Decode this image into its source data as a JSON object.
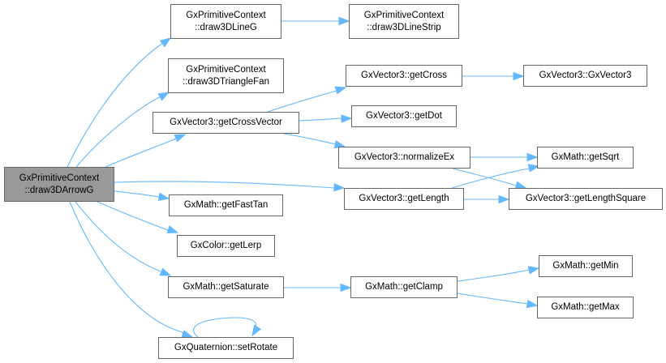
{
  "diagram": {
    "type": "call-graph",
    "edge_color": "#63b8ff",
    "node_border_color": "#666666",
    "root_fill_color": "#999999",
    "nodes": [
      {
        "id": "root",
        "lines": [
          "GxPrimitiveContext",
          "::draw3DArrowG"
        ],
        "root": true
      },
      {
        "id": "draw3DLineG",
        "lines": [
          "GxPrimitiveContext",
          "::draw3DLineG"
        ]
      },
      {
        "id": "draw3DLineStrip",
        "lines": [
          "GxPrimitiveContext",
          "::draw3DLineStrip"
        ]
      },
      {
        "id": "draw3DTriangleFan",
        "lines": [
          "GxPrimitiveContext",
          "::draw3DTriangleFan"
        ]
      },
      {
        "id": "getCrossVector",
        "lines": [
          "GxVector3::getCrossVector"
        ]
      },
      {
        "id": "getCross",
        "lines": [
          "GxVector3::getCross"
        ]
      },
      {
        "id": "GxVector3ctor",
        "lines": [
          "GxVector3::GxVector3"
        ]
      },
      {
        "id": "getDot",
        "lines": [
          "GxVector3::getDot"
        ]
      },
      {
        "id": "normalizeEx",
        "lines": [
          "GxVector3::normalizeEx"
        ]
      },
      {
        "id": "getSqrt",
        "lines": [
          "GxMath::getSqrt"
        ]
      },
      {
        "id": "getLength",
        "lines": [
          "GxVector3::getLength"
        ]
      },
      {
        "id": "getLengthSquare",
        "lines": [
          "GxVector3::getLengthSquare"
        ]
      },
      {
        "id": "getFastTan",
        "lines": [
          "GxMath::getFastTan"
        ]
      },
      {
        "id": "getLerp",
        "lines": [
          "GxColor::getLerp"
        ]
      },
      {
        "id": "getSaturate",
        "lines": [
          "GxMath::getSaturate"
        ]
      },
      {
        "id": "getClamp",
        "lines": [
          "GxMath::getClamp"
        ]
      },
      {
        "id": "getMin",
        "lines": [
          "GxMath::getMin"
        ]
      },
      {
        "id": "getMax",
        "lines": [
          "GxMath::getMax"
        ]
      },
      {
        "id": "setRotate",
        "lines": [
          "GxQuaternion::setRotate"
        ]
      }
    ],
    "edges": [
      {
        "from": "root",
        "to": "draw3DLineG"
      },
      {
        "from": "root",
        "to": "draw3DTriangleFan"
      },
      {
        "from": "root",
        "to": "getCrossVector"
      },
      {
        "from": "root",
        "to": "getLength"
      },
      {
        "from": "root",
        "to": "getFastTan"
      },
      {
        "from": "root",
        "to": "getLerp"
      },
      {
        "from": "root",
        "to": "getSaturate"
      },
      {
        "from": "root",
        "to": "setRotate"
      },
      {
        "from": "draw3DLineG",
        "to": "draw3DLineStrip"
      },
      {
        "from": "getCrossVector",
        "to": "getCross"
      },
      {
        "from": "getCrossVector",
        "to": "getDot"
      },
      {
        "from": "getCrossVector",
        "to": "normalizeEx"
      },
      {
        "from": "getCross",
        "to": "GxVector3ctor"
      },
      {
        "from": "normalizeEx",
        "to": "getSqrt"
      },
      {
        "from": "normalizeEx",
        "to": "getLengthSquare"
      },
      {
        "from": "getLength",
        "to": "getSqrt"
      },
      {
        "from": "getLength",
        "to": "getLengthSquare"
      },
      {
        "from": "getSaturate",
        "to": "getClamp"
      },
      {
        "from": "getClamp",
        "to": "getMin"
      },
      {
        "from": "getClamp",
        "to": "getMax"
      },
      {
        "from": "setRotate",
        "to": "setRotate"
      }
    ]
  }
}
